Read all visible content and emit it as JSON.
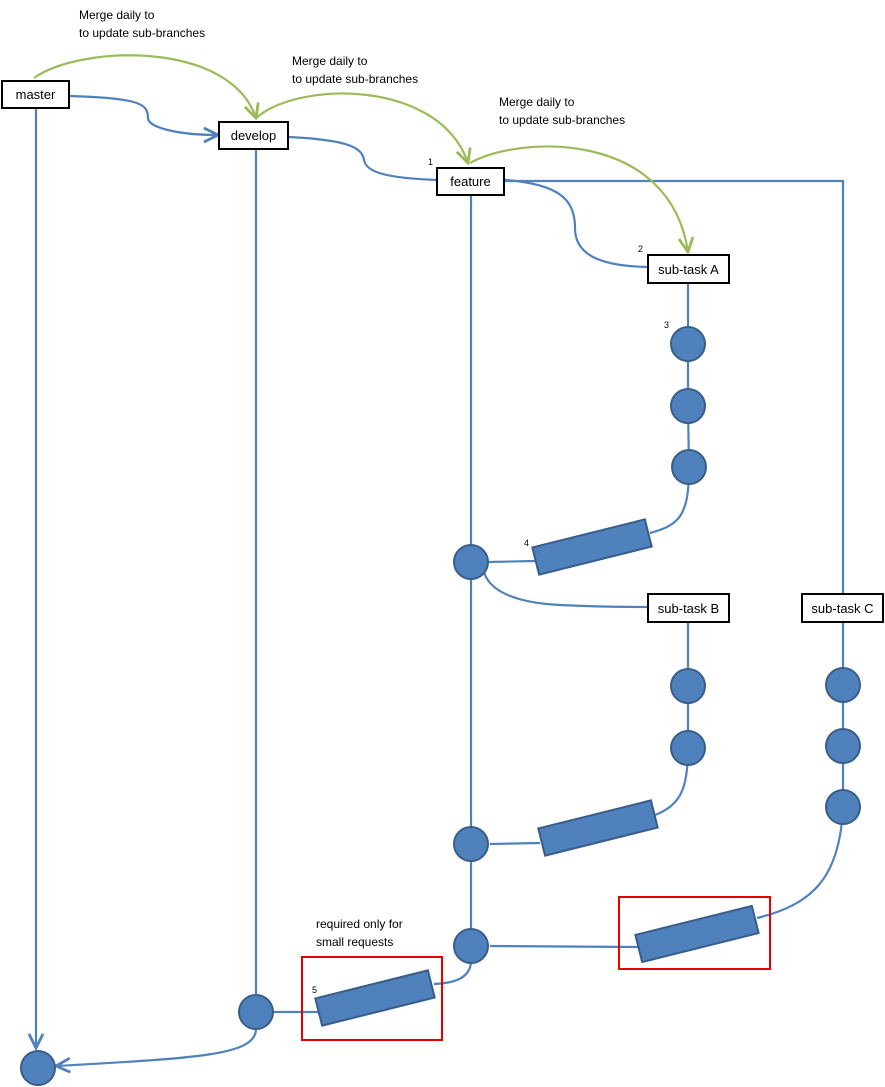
{
  "colors": {
    "branch_line": "#4F81BD",
    "node_fill": "#4F81BD",
    "node_stroke": "#385D8A",
    "merge_arrow": "#9BBB59",
    "highlight_box": "#E60000",
    "label_border": "#000000"
  },
  "branches": {
    "master": "master",
    "develop": "develop",
    "feature": "feature",
    "sub_task_a": "sub-task A",
    "sub_task_b": "sub-task B",
    "sub_task_c": "sub-task C"
  },
  "merge_notes": [
    {
      "line1": "Merge daily to",
      "line2": "to update sub-branches"
    },
    {
      "line1": "Merge daily to",
      "line2": "to update sub-branches"
    },
    {
      "line1": "Merge daily to",
      "line2": "to update sub-branches"
    }
  ],
  "step_numbers": [
    "1",
    "2",
    "3",
    "4",
    "5"
  ],
  "note_small_requests": {
    "line1": "required only for",
    "line2": "small requests"
  }
}
